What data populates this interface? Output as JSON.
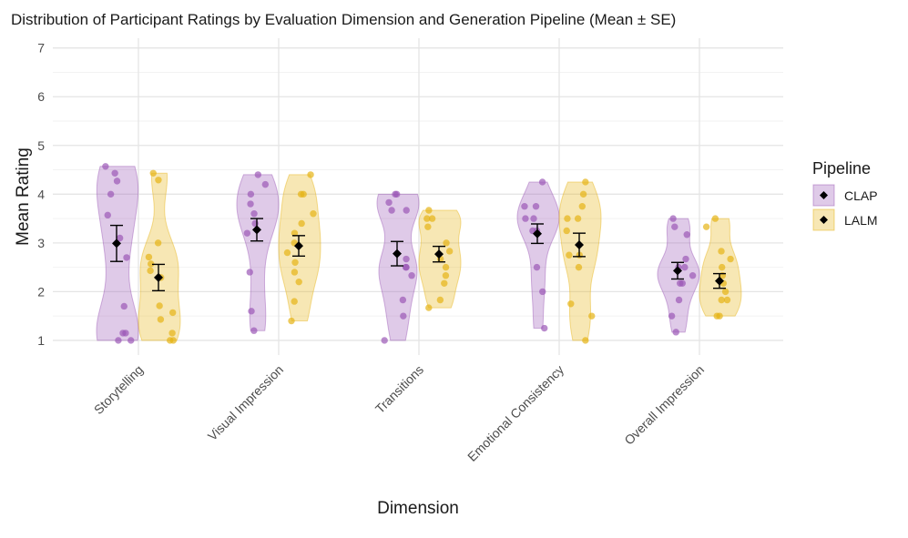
{
  "chart_data": {
    "type": "violin",
    "title": "Distribution of Participant Ratings by Evaluation Dimension and Generation Pipeline (Mean ± SE)",
    "xlabel": "Dimension",
    "ylabel": "Mean Rating",
    "ylim": [
      0.7,
      7.2
    ],
    "yticks": [
      1,
      2,
      3,
      4,
      5,
      6,
      7
    ],
    "categories": [
      "Storytelling",
      "Visual Impression",
      "Transitions",
      "Emotional Consistency",
      "Overall Impression"
    ],
    "grid": true,
    "legend": {
      "title": "Pipeline",
      "position": "right"
    },
    "series": [
      {
        "name": "CLAP",
        "color": "#9B59B6",
        "mean": [
          2.99,
          3.27,
          2.78,
          3.19,
          2.43
        ],
        "se": [
          0.37,
          0.23,
          0.25,
          0.2,
          0.17
        ],
        "range": [
          [
            1.0,
            4.57
          ],
          [
            1.2,
            4.4
          ],
          [
            1.0,
            4.0
          ],
          [
            1.25,
            4.25
          ],
          [
            1.17,
            3.5
          ]
        ],
        "points": [
          [
            1.0,
            1.0,
            1.15,
            1.15,
            1.7,
            2.7,
            3.1,
            3.57,
            4.0,
            4.27,
            4.43,
            4.57
          ],
          [
            1.2,
            1.6,
            2.4,
            3.2,
            3.4,
            3.6,
            3.8,
            4.0,
            4.2,
            4.4
          ],
          [
            1.0,
            1.5,
            1.83,
            2.33,
            2.5,
            2.5,
            2.67,
            3.67,
            3.67,
            3.83,
            4.0,
            4.0
          ],
          [
            1.25,
            2.0,
            2.5,
            3.25,
            3.25,
            3.5,
            3.5,
            3.75,
            3.75,
            4.25
          ],
          [
            1.17,
            1.5,
            1.83,
            2.17,
            2.17,
            2.33,
            2.5,
            2.5,
            2.67,
            3.17,
            3.33,
            3.5
          ]
        ]
      },
      {
        "name": "LALM",
        "color": "#E6B416",
        "mean": [
          2.29,
          2.94,
          2.77,
          2.96,
          2.22
        ],
        "se": [
          0.27,
          0.21,
          0.16,
          0.24,
          0.15
        ],
        "range": [
          [
            1.0,
            4.43
          ],
          [
            1.4,
            4.4
          ],
          [
            1.67,
            3.67
          ],
          [
            1.0,
            4.25
          ],
          [
            1.5,
            3.5
          ]
        ],
        "points": [
          [
            1.0,
            1.0,
            1.15,
            1.43,
            1.57,
            1.71,
            2.29,
            2.43,
            2.57,
            2.71,
            3.0,
            4.29,
            4.43
          ],
          [
            1.4,
            1.8,
            2.2,
            2.4,
            2.6,
            2.8,
            3.0,
            3.2,
            3.4,
            3.6,
            4.0,
            4.0,
            4.4
          ],
          [
            1.67,
            1.83,
            2.17,
            2.33,
            2.5,
            2.67,
            2.83,
            3.0,
            3.33,
            3.5,
            3.5,
            3.67
          ],
          [
            1.0,
            1.5,
            1.75,
            2.5,
            2.75,
            2.75,
            3.25,
            3.5,
            3.5,
            3.75,
            4.0,
            4.25
          ],
          [
            1.5,
            1.5,
            1.83,
            1.83,
            2.0,
            2.17,
            2.33,
            2.5,
            2.67,
            2.83,
            3.33,
            3.5
          ]
        ]
      }
    ]
  }
}
